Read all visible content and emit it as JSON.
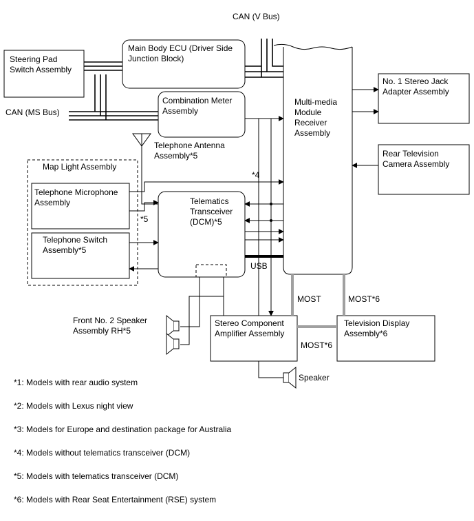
{
  "labels": {
    "can_v_bus": "CAN (V Bus)",
    "can_ms_bus": "CAN (MS Bus)",
    "steering_pad": "Steering Pad\nSwitch Assembly",
    "main_body_ecu": "Main Body ECU (Driver Side\nJunction Block)",
    "combination_meter": "Combination Meter\nAssembly",
    "multimedia_module": "Multi-media\nModule\nReceiver\nAssembly",
    "stereo_jack": "No. 1 Stereo Jack\nAdapter Assembly",
    "rear_tv_camera": "Rear Television\nCamera Assembly",
    "telephone_antenna": "Telephone Antenna\nAssembly*5",
    "map_light": "Map Light Assembly",
    "telephone_microphone": "Telephone Microphone\nAssembly",
    "telephone_switch": "Telephone Switch\nAssembly*5",
    "telematics": "Telematics\nTransceiver\n(DCM)*5",
    "note_star4": "*4",
    "note_star5": "*5",
    "usb": "USB",
    "most": "MOST",
    "most6_right": "MOST*6",
    "most6_bottom": "MOST*6",
    "front_speaker": "Front No. 2 Speaker\nAssembly RH*5",
    "stereo_amp": "Stereo Component\nAmplifier Assembly",
    "tv_display": "Television Display\nAssembly*6",
    "speaker": "Speaker"
  },
  "notes": [
    "*1: Models with rear audio system",
    "*2: Models with Lexus night view",
    "*3: Models for Europe and destination package for Australia",
    "*4: Models without telematics transceiver (DCM)",
    "*5: Models with telematics transceiver (DCM)",
    "*6: Models with Rear Seat Entertainment (RSE) system"
  ]
}
